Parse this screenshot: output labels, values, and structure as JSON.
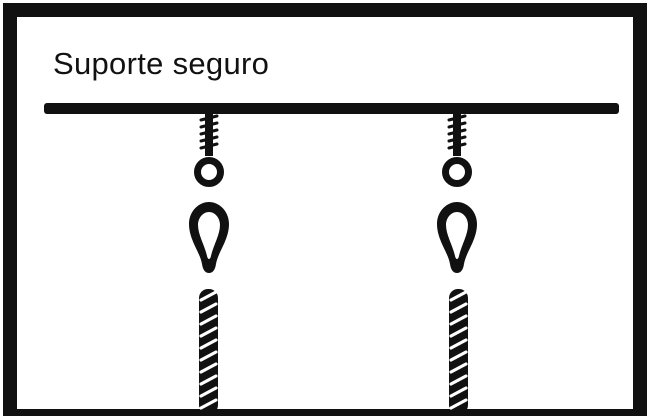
{
  "title": "Suporte seguro",
  "colors": {
    "ink": "#111111",
    "background": "#ffffff"
  },
  "diagram": {
    "components": [
      {
        "name": "beam"
      },
      {
        "name": "eye-hook-left",
        "parts": [
          "screw",
          "eye-ring",
          "snap-hook",
          "rope"
        ]
      },
      {
        "name": "eye-hook-right",
        "parts": [
          "screw",
          "eye-ring",
          "snap-hook",
          "rope"
        ]
      }
    ]
  }
}
